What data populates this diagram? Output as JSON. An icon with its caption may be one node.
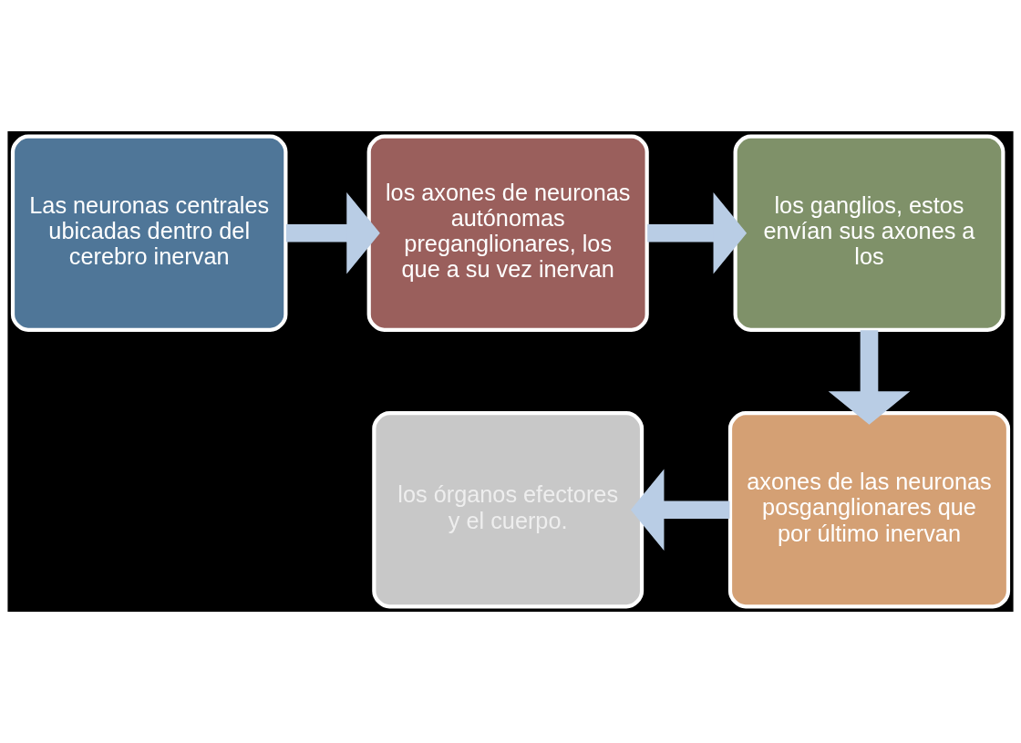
{
  "diagram": {
    "nodes": [
      {
        "text": [
          "Las neuronas centrales ubicadas dentro del cerebro inervan"
        ]
      },
      {
        "text": [
          "los axones de neuronas autónomas preganglionares, los que a su vez inervan"
        ]
      },
      {
        "text": [
          "los ganglios, estos envían sus axones a los"
        ]
      },
      {
        "text": [
          "axones de las neuronas posganglionares que por último inervan"
        ]
      },
      {
        "text": [
          "los órganos efectores y el cuerpo."
        ]
      }
    ],
    "edges": [
      {
        "from": 0,
        "to": 1,
        "arrow": "to"
      },
      {
        "from": 1,
        "to": 2,
        "arrow": "to"
      },
      {
        "from": 2,
        "to": 3,
        "arrow": "to"
      },
      {
        "from": 3,
        "to": 4,
        "arrow": "to"
      }
    ]
  }
}
